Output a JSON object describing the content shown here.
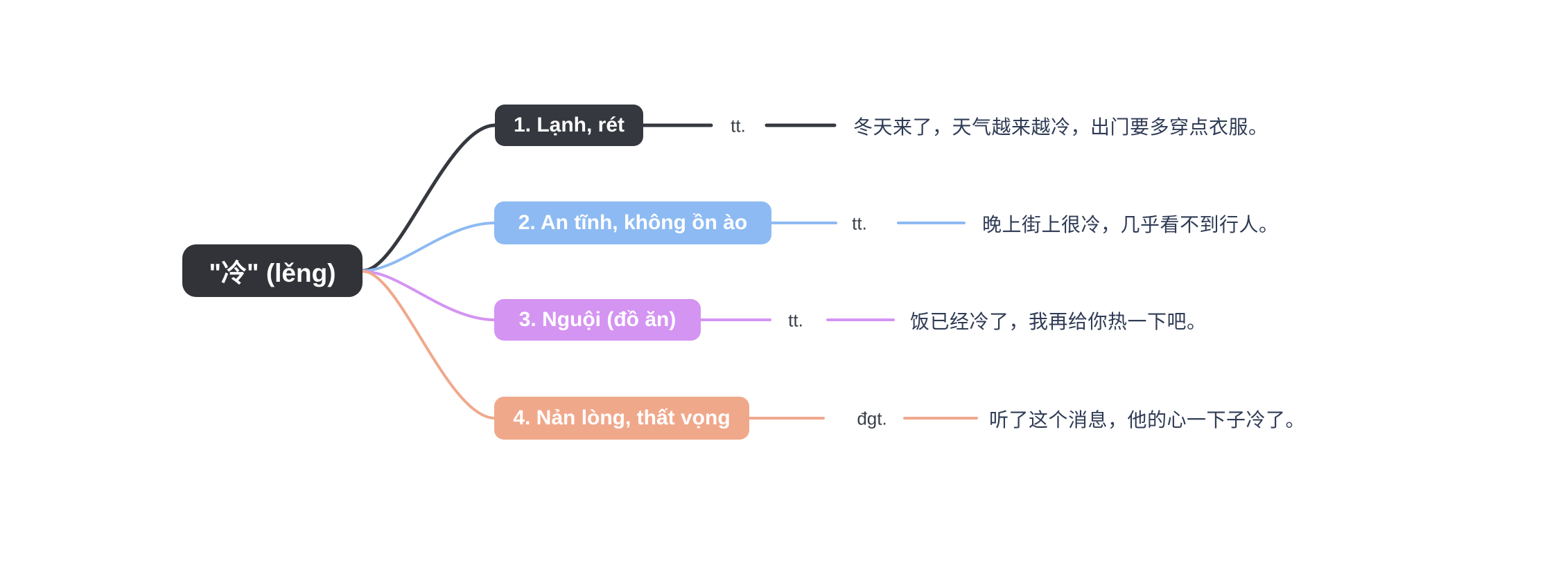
{
  "canvas": {
    "background": "#ffffff"
  },
  "root": {
    "label": "\"冷\" (lěng)",
    "color": "#323338",
    "text_color": "#ffffff"
  },
  "branches": [
    {
      "label": "1. Lạnh, rét",
      "pos": "tt.",
      "example": "冬天来了，天气越来越冷，出门要多穿点衣服。",
      "color": "#35383f",
      "text_color": "#ffffff"
    },
    {
      "label": "2. An tĩnh, không ồn ào",
      "pos": "tt.",
      "example": "晚上街上很冷，几乎看不到行人。",
      "color": "#8dbaf2",
      "text_color": "#ffffff"
    },
    {
      "label": "3. Nguội (đồ ăn)",
      "pos": "tt.",
      "example": "饭已经冷了，我再给你热一下吧。",
      "color": "#d494f2",
      "text_color": "#ffffff"
    },
    {
      "label": "4. Nản lòng, thất vọng",
      "pos": "đgt.",
      "example": "听了这个消息，他的心一下子冷了。",
      "color": "#f0a88b",
      "text_color": "#ffffff"
    }
  ],
  "text_colors": {
    "example": "#2f3b55",
    "pos": "#3a4049"
  }
}
